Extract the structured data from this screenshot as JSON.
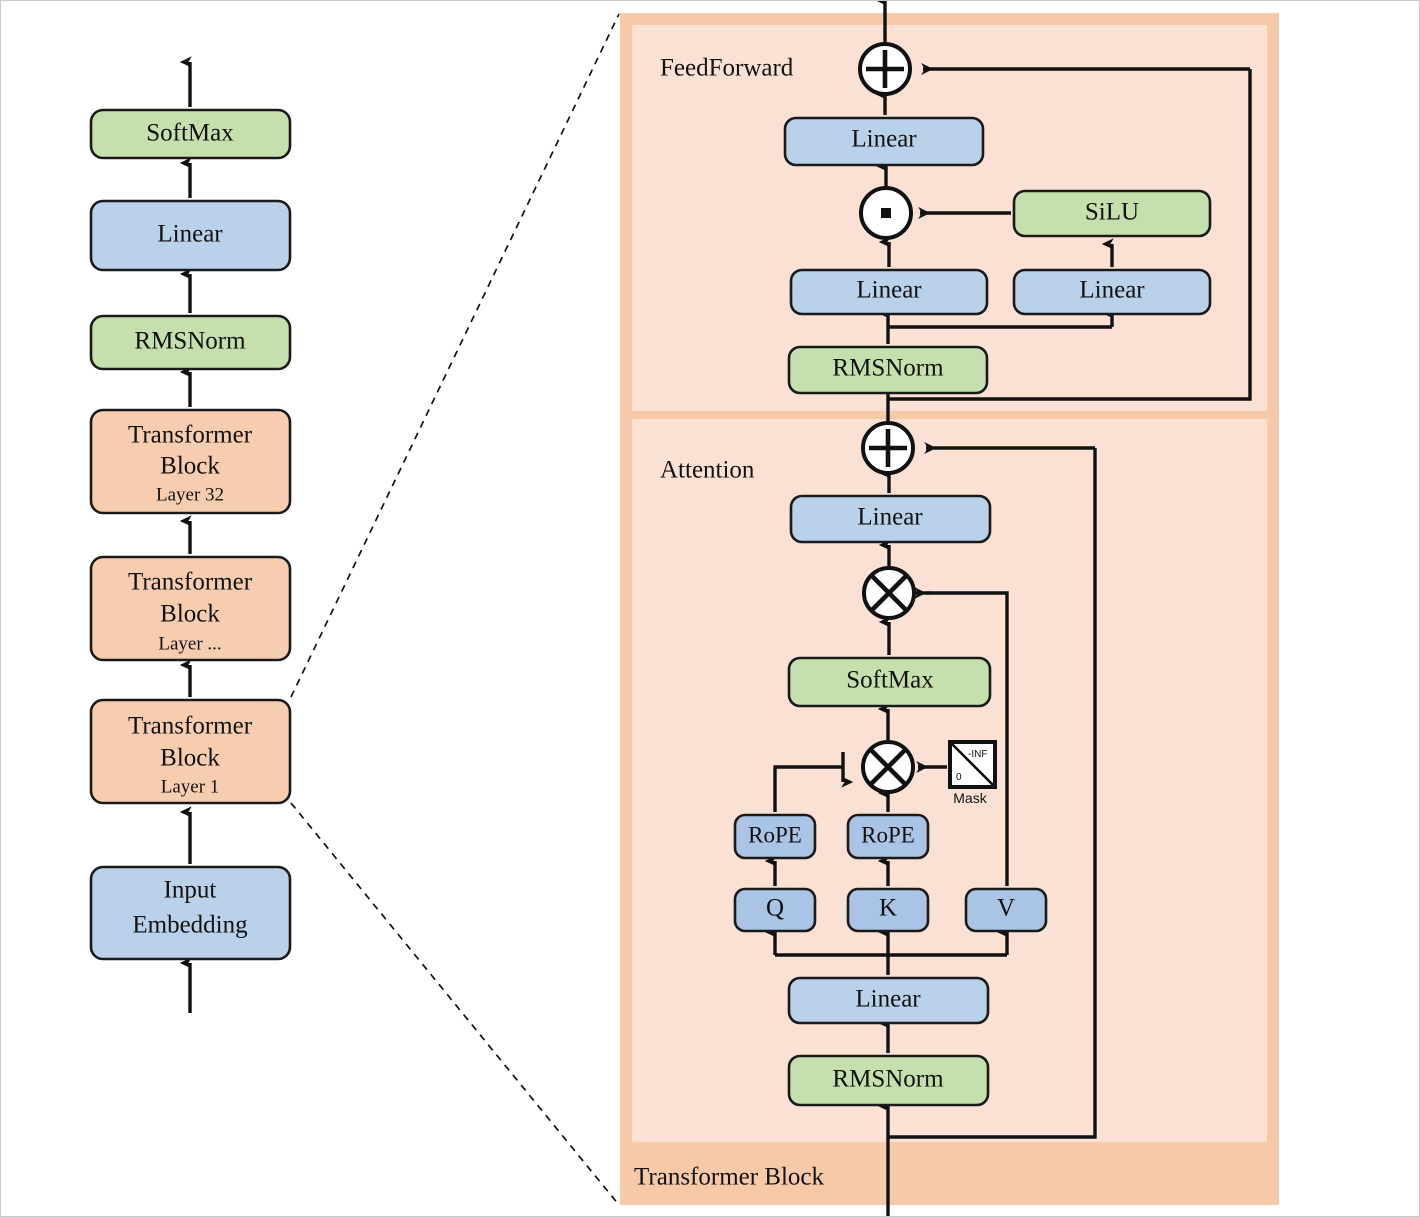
{
  "figure": {
    "type": "diagram",
    "subject": "Transformer (LLaMA-style) architecture block diagram",
    "colors": {
      "green_fill": "#c5e0ac",
      "blue_fill": "#b9d2ea",
      "blue_qkv_fill": "#a9c4e4",
      "salmon_fill": "#f7cdb0",
      "panel_inner_fill": "#fbe1d3",
      "panel_outer_fill": "#f6c9a9",
      "stroke": "#111111",
      "mask_fill": "#ffffff"
    }
  },
  "left_stack": {
    "name": "model-stack",
    "nodes": [
      {
        "id": "softmax-top",
        "label": "SoftMax",
        "sublabel": "",
        "style": "green"
      },
      {
        "id": "linear-head",
        "label": "Linear",
        "sublabel": "",
        "style": "blue"
      },
      {
        "id": "rmsnorm-final",
        "label": "RMSNorm",
        "sublabel": "",
        "style": "green"
      },
      {
        "id": "transformer-block-32",
        "label": "Transformer Block",
        "sublabel": "Layer 32",
        "style": "salmon"
      },
      {
        "id": "transformer-block-mid",
        "label": "Transformer Block",
        "sublabel": "Layer ...",
        "style": "salmon"
      },
      {
        "id": "transformer-block-1",
        "label": "Transformer Block",
        "sublabel": "Layer 1",
        "style": "salmon"
      },
      {
        "id": "input-embedding",
        "label": "Input Embedding",
        "sublabel": "",
        "style": "blue"
      }
    ]
  },
  "detail": {
    "container_label": "Transformer Block",
    "panels": [
      {
        "id": "feedforward-panel",
        "title": "FeedForward"
      },
      {
        "id": "attention-panel",
        "title": "Attention"
      }
    ],
    "feedforward": {
      "add_symbol": "+",
      "mul_symbol": "·",
      "nodes": [
        {
          "id": "ff-linear-out",
          "label": "Linear",
          "style": "blue"
        },
        {
          "id": "ff-silu",
          "label": "SiLU",
          "style": "green"
        },
        {
          "id": "ff-linear-gate",
          "label": "Linear",
          "style": "blue"
        },
        {
          "id": "ff-linear-up",
          "label": "Linear",
          "style": "blue"
        },
        {
          "id": "ff-rmsnorm",
          "label": "RMSNorm",
          "style": "green"
        }
      ]
    },
    "attention": {
      "add_symbol": "+",
      "matmul_symbol": "×",
      "nodes": [
        {
          "id": "attn-linear-out",
          "label": "Linear",
          "style": "blue"
        },
        {
          "id": "attn-softmax",
          "label": "SoftMax",
          "style": "green"
        },
        {
          "id": "attn-rope-q",
          "label": "RoPE",
          "style": "blue-qkv"
        },
        {
          "id": "attn-rope-k",
          "label": "RoPE",
          "style": "blue-qkv"
        },
        {
          "id": "attn-q",
          "label": "Q",
          "style": "blue-qkv"
        },
        {
          "id": "attn-k",
          "label": "K",
          "style": "blue-qkv"
        },
        {
          "id": "attn-v",
          "label": "V",
          "style": "blue-qkv"
        },
        {
          "id": "attn-linear-qkv",
          "label": "Linear",
          "style": "blue"
        },
        {
          "id": "attn-rmsnorm",
          "label": "RMSNorm",
          "style": "green"
        }
      ],
      "mask": {
        "caption": "Mask",
        "lower_value": "0",
        "upper_value": "-INF"
      }
    }
  }
}
